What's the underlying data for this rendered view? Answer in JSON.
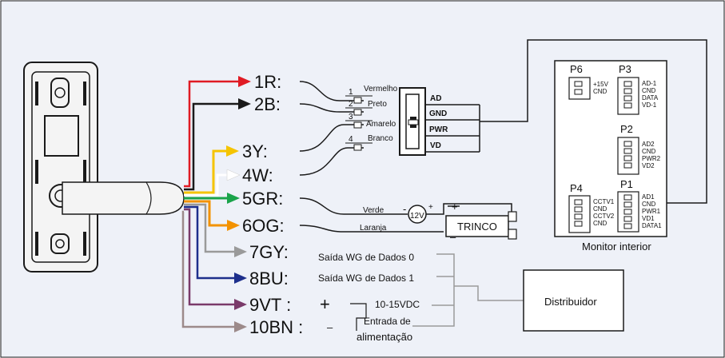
{
  "colors": {
    "background": "#eef1f8",
    "red": "#e01b24",
    "black": "#1a1a1a",
    "yellow": "#f5c400",
    "white": "#ffffff",
    "green": "#1aa34a",
    "orange": "#f39200",
    "gray": "#9a9a9a",
    "blue": "#1d2f8c",
    "violet": "#7a3a6a",
    "brown": "#9c8a8a"
  },
  "wires": [
    {
      "label": "1R:"
    },
    {
      "label": "2B:"
    },
    {
      "label": "3Y:"
    },
    {
      "label": "4W:"
    },
    {
      "label": "5GR:"
    },
    {
      "label": "6OG:"
    },
    {
      "label": "7GY:"
    },
    {
      "label": "8BU:"
    },
    {
      "label": "9VT :"
    },
    {
      "label": "10BN :"
    }
  ],
  "connector": {
    "pins": [
      "1",
      "2",
      "3",
      "4"
    ],
    "wire_names": [
      "Vermelho",
      "Preto",
      "Amarelo",
      "Branco"
    ],
    "signals": [
      "AD",
      "GND",
      "PWR",
      "VD"
    ]
  },
  "lock": {
    "wire_green": "Verde",
    "wire_orange": "Laranja",
    "voltage": "12V",
    "plus": "+",
    "minus": "-",
    "label": "TRINCO",
    "term_plus": "+",
    "term_minus": "–"
  },
  "data_out": {
    "d0": "Saída WG de Dados 0",
    "d1": "Saída WG de Dados 1",
    "plus": "+",
    "minus": "–",
    "voltage": "10-15VDC",
    "power_line1": "Entrada de",
    "power_line2": "alimentação",
    "distributor": "Distribuidor"
  },
  "monitor": {
    "title": "Monitor interior",
    "p6": {
      "name": "P6",
      "pins": [
        "+15V",
        "CND"
      ]
    },
    "p3": {
      "name": "P3",
      "pins": [
        "AD-1",
        "CND",
        "DATA",
        "VD-1"
      ]
    },
    "p2": {
      "name": "P2",
      "pins": [
        "AD2",
        "CND",
        "PWR2",
        "VD2"
      ]
    },
    "p4": {
      "name": "P4",
      "pins": [
        "CCTV1",
        "CND",
        "CCTV2",
        "CND"
      ]
    },
    "p1": {
      "name": "P1",
      "pins": [
        "AD1",
        "CND",
        "PWR1",
        "VD1",
        "DATA1"
      ]
    }
  }
}
